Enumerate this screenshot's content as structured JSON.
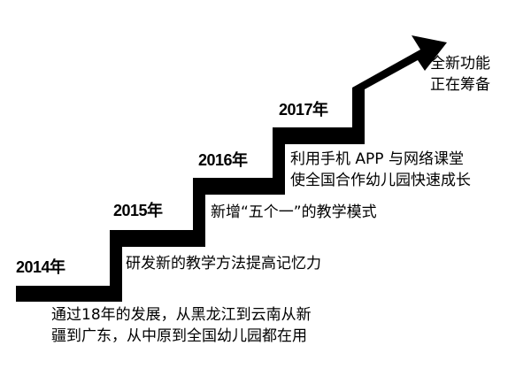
{
  "diagram": {
    "stair_color": "#000000",
    "years": [
      "2014年",
      "2015年",
      "2016年",
      "2017年"
    ],
    "descriptions": {
      "d2014": [
        "通过18年的发展，从黑龙江到云南从新",
        "疆到广东，从中原到全国幼儿园都在用"
      ],
      "d2015": [
        "研发新的教学方法提高记忆力"
      ],
      "d2016": [
        "新增“五个一”的教学模式"
      ],
      "d2017": [
        "利用手机 APP 与网络课堂",
        "使全国合作幼儿园快速成长"
      ],
      "future": [
        "全新功能",
        "正在筹备"
      ]
    }
  }
}
